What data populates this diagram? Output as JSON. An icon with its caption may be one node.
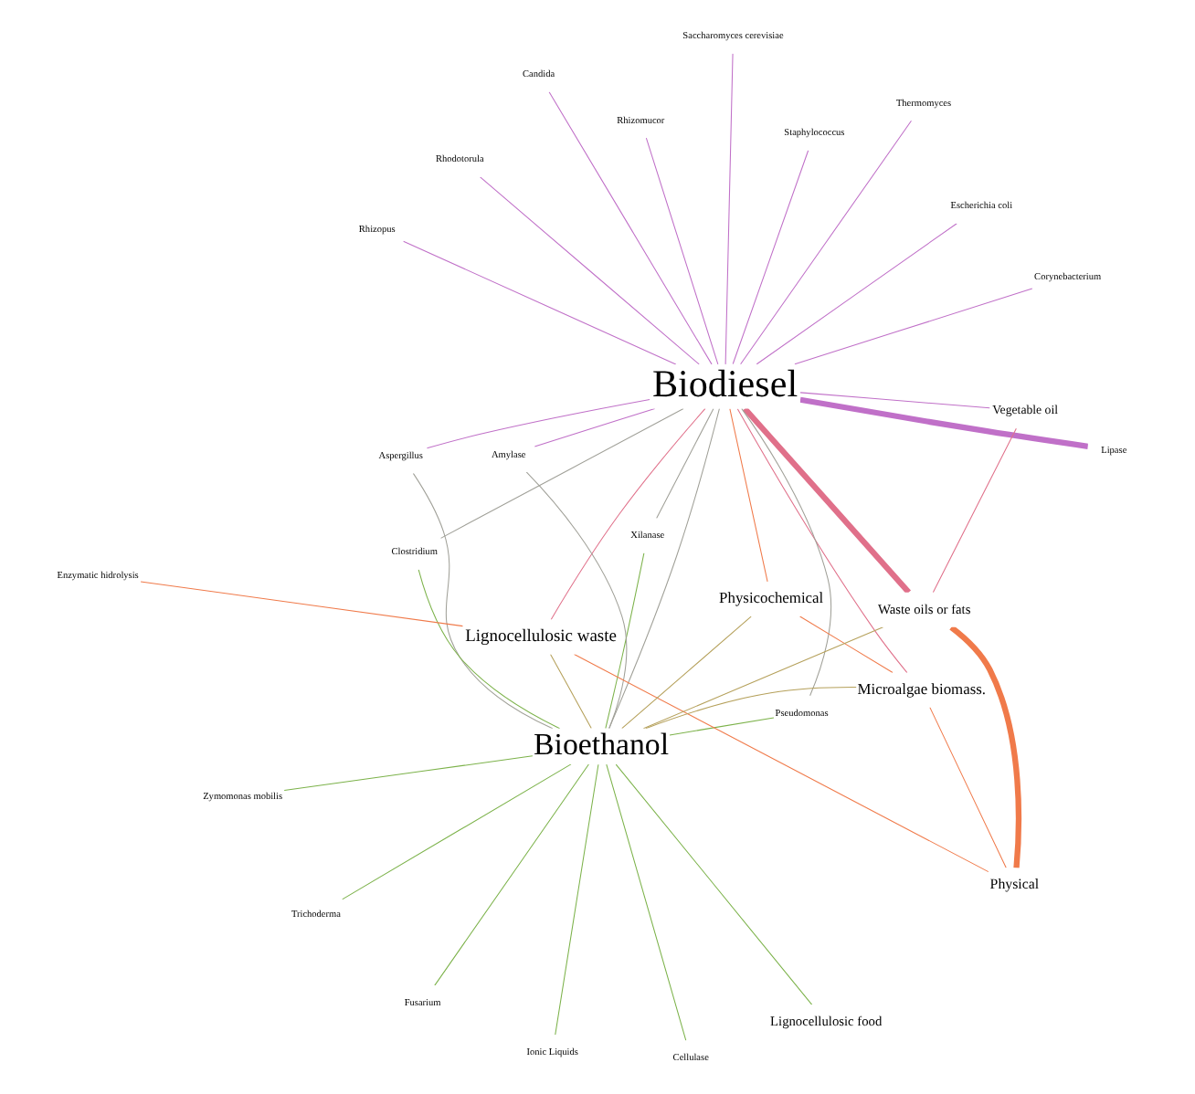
{
  "diagram": {
    "nodes": [
      {
        "text": [
          "Biodiesel"
        ]
      },
      {
        "text": [
          "Bioethanol"
        ]
      },
      {
        "text": [
          "Ionic Liquids"
        ]
      },
      {
        "text": [
          "Zymomonas mobilis"
        ]
      },
      {
        "text": [
          "Xilanase"
        ]
      },
      {
        "text": [
          "Enzymatic hidrolysis"
        ]
      },
      {
        "text": [
          "Fusarium"
        ]
      },
      {
        "text": [
          "Lignocellulosic food"
        ]
      },
      {
        "text": [
          "Lignocellulosic waste"
        ]
      },
      {
        "text": [
          "Microalgae biomass."
        ]
      },
      {
        "text": [
          "Physicochemical"
        ]
      },
      {
        "text": [
          "Trichoderma"
        ]
      },
      {
        "text": [
          "Vegetable oil"
        ]
      },
      {
        "text": [
          "Physical"
        ]
      },
      {
        "text": [
          "Waste oils or fats"
        ]
      },
      {
        "text": [
          "Cellulase"
        ]
      },
      {
        "text": [
          "Pseudomonas"
        ]
      },
      {
        "text": [
          "Aspergillus"
        ]
      },
      {
        "text": [
          "Rhodotorula"
        ]
      },
      {
        "text": [
          "Candida"
        ]
      },
      {
        "text": [
          "Amylase"
        ]
      },
      {
        "text": [
          "Clostridium"
        ]
      },
      {
        "text": [
          "Staphylococcus"
        ]
      },
      {
        "text": [
          "Thermomyces"
        ]
      },
      {
        "text": [
          "Saccharomyces cerevisiae"
        ]
      },
      {
        "text": [
          "Lipase"
        ]
      },
      {
        "text": [
          "Escherichia coli"
        ]
      },
      {
        "text": [
          "Rhizomucor"
        ]
      },
      {
        "text": [
          "Rhizopus"
        ]
      },
      {
        "text": [
          "Corynebacterium"
        ]
      }
    ],
    "edges": [
      {
        "from": 1,
        "to": 2,
        "arrow": "none",
        "color": "#7cb24a"
      },
      {
        "from": 1,
        "to": 3,
        "arrow": "none",
        "color": "#7cb24a"
      },
      {
        "from": 1,
        "to": 4,
        "arrow": "none",
        "color": "#7cb24a"
      },
      {
        "from": 1,
        "to": 6,
        "arrow": "none",
        "color": "#7cb24a"
      },
      {
        "from": 1,
        "to": 7,
        "arrow": "none",
        "color": "#7cb24a"
      },
      {
        "from": 1,
        "to": 11,
        "arrow": "none",
        "color": "#7cb24a"
      },
      {
        "from": 1,
        "to": 15,
        "arrow": "none",
        "color": "#7cb24a"
      },
      {
        "from": 1,
        "to": 16,
        "arrow": "none",
        "color": "#7cb24a"
      },
      {
        "from": 1,
        "to": 21,
        "arrow": "none",
        "color": "#7cb24a"
      },
      {
        "from": 8,
        "to": 1,
        "arrow": "none",
        "color": "#b5a05a"
      },
      {
        "from": 9,
        "to": 1,
        "arrow": "none",
        "color": "#b5a05a"
      },
      {
        "from": 10,
        "to": 1,
        "arrow": "none",
        "color": "#b5a05a"
      },
      {
        "from": 14,
        "to": 1,
        "arrow": "none",
        "color": "#b5a05a"
      },
      {
        "from": 5,
        "to": 8,
        "arrow": "none",
        "color": "#f07a4a"
      },
      {
        "from": 8,
        "to": 13,
        "arrow": "none",
        "color": "#f07a4a"
      },
      {
        "from": 13,
        "to": 14,
        "arrow": "none",
        "style": "thick",
        "color": "#f07a4a"
      },
      {
        "from": 9,
        "to": 10,
        "arrow": "none",
        "color": "#f07a4a"
      },
      {
        "from": 9,
        "to": 13,
        "arrow": "none",
        "color": "#f07a4a"
      },
      {
        "from": 10,
        "to": 0,
        "arrow": "none",
        "color": "#f07a4a"
      },
      {
        "from": 4,
        "to": 0,
        "arrow": "none",
        "color": "#a0a098"
      },
      {
        "from": 1,
        "to": 0,
        "arrow": "none",
        "color": "#a0a098"
      },
      {
        "from": 1,
        "to": 20,
        "arrow": "none",
        "color": "#a0a098"
      },
      {
        "from": 1,
        "to": 17,
        "arrow": "none",
        "color": "#a0a098"
      },
      {
        "from": 0,
        "to": 21,
        "arrow": "none",
        "color": "#a0a098"
      },
      {
        "from": 0,
        "to": 16,
        "arrow": "none",
        "color": "#a0a098"
      },
      {
        "from": 0,
        "to": 8,
        "arrow": "none",
        "color": "#e0708a"
      },
      {
        "from": 0,
        "to": 9,
        "arrow": "none",
        "color": "#e0708a"
      },
      {
        "from": 0,
        "to": 12,
        "arrow": "none",
        "color": "#c070c8"
      },
      {
        "from": 12,
        "to": 14,
        "arrow": "none",
        "color": "#e0708a"
      },
      {
        "from": 0,
        "to": 14,
        "arrow": "none",
        "style": "thick",
        "color": "#e0708a"
      },
      {
        "from": 0,
        "to": 17,
        "arrow": "none",
        "color": "#c070c8"
      },
      {
        "from": 0,
        "to": 18,
        "arrow": "none",
        "color": "#c070c8"
      },
      {
        "from": 0,
        "to": 19,
        "arrow": "none",
        "color": "#c070c8"
      },
      {
        "from": 0,
        "to": 20,
        "arrow": "none",
        "color": "#c070c8"
      },
      {
        "from": 0,
        "to": 22,
        "arrow": "none",
        "color": "#c070c8"
      },
      {
        "from": 0,
        "to": 23,
        "arrow": "none",
        "color": "#c070c8"
      },
      {
        "from": 0,
        "to": 24,
        "arrow": "none",
        "color": "#c070c8"
      },
      {
        "from": 0,
        "to": 25,
        "arrow": "none",
        "style": "thick",
        "color": "#c070c8"
      },
      {
        "from": 0,
        "to": 26,
        "arrow": "none",
        "color": "#c070c8"
      },
      {
        "from": 0,
        "to": 27,
        "arrow": "none",
        "color": "#c070c8"
      },
      {
        "from": 0,
        "to": 28,
        "arrow": "none",
        "color": "#c070c8"
      },
      {
        "from": 0,
        "to": 29,
        "arrow": "none",
        "color": "#c070c8"
      }
    ]
  }
}
